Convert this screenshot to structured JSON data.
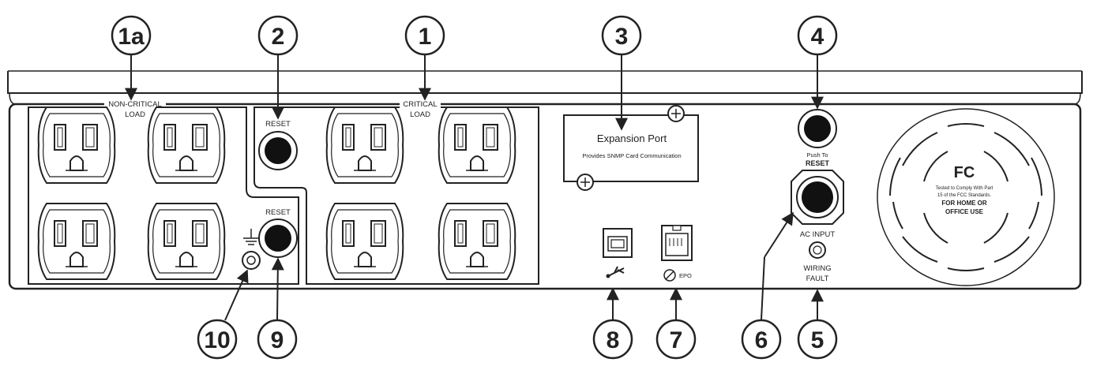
{
  "callouts": {
    "c1a": "1a",
    "c1": "1",
    "c2": "2",
    "c3": "3",
    "c4": "4",
    "c5": "5",
    "c6": "6",
    "c7": "7",
    "c8": "8",
    "c9": "9",
    "c10": "10"
  },
  "panel": {
    "non_critical_line1": "NON-CRITICAL",
    "non_critical_line2": "LOAD",
    "critical_line1": "CRITICAL",
    "critical_line2": "LOAD",
    "reset_top": "RESET",
    "reset_bottom": "RESET",
    "expansion_title": "Expansion Port",
    "expansion_sub": "Provides SNMP Card Communication",
    "push_line1": "Push To",
    "push_line2": "RESET",
    "ac_input": "AC INPUT",
    "wiring_line1": "WIRING",
    "wiring_line2": "FAULT",
    "epo": "EPO",
    "fcc_logo": "FC",
    "fcc_line1": "Tested to Comply With Part",
    "fcc_line2": "15 of the FCC Standards.",
    "fcc_line3": "FOR HOME OR",
    "fcc_line4": "OFFICE USE"
  }
}
